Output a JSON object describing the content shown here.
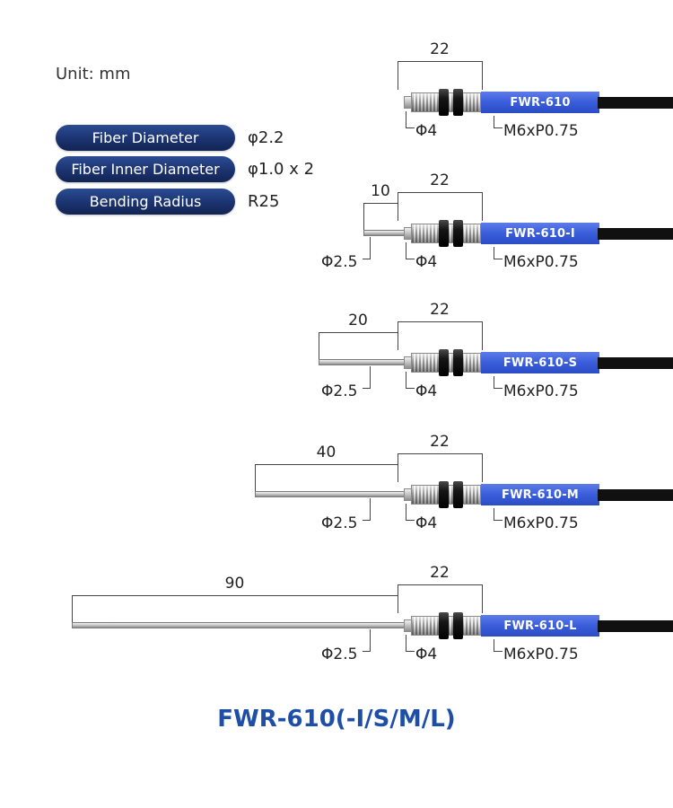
{
  "unit_label": "Unit: mm",
  "specs": [
    {
      "label": "Fiber Diameter",
      "value": "φ2.2"
    },
    {
      "label": "Fiber Inner Diameter",
      "value": "φ1.0 x 2"
    },
    {
      "label": "Bending Radius",
      "value": "R25"
    }
  ],
  "sensors": [
    {
      "model": "FWR-610",
      "barrel_dim": "22",
      "nose_diameter": "Φ4",
      "thread": "M6xP0.75"
    },
    {
      "model": "FWR-610-I",
      "barrel_dim": "22",
      "tip_dim": "10",
      "tip_diameter": "Φ2.5",
      "nose_diameter": "Φ4",
      "thread": "M6xP0.75"
    },
    {
      "model": "FWR-610-S",
      "barrel_dim": "22",
      "tip_dim": "20",
      "tip_diameter": "Φ2.5",
      "nose_diameter": "Φ4",
      "thread": "M6xP0.75"
    },
    {
      "model": "FWR-610-M",
      "barrel_dim": "22",
      "tip_dim": "40",
      "tip_diameter": "Φ2.5",
      "nose_diameter": "Φ4",
      "thread": "M6xP0.75"
    },
    {
      "model": "FWR-610-L",
      "barrel_dim": "22",
      "tip_dim": "90",
      "tip_diameter": "Φ2.5",
      "nose_diameter": "Φ4",
      "thread": "M6xP0.75"
    }
  ],
  "title": "FWR-610(-I/S/M/L)",
  "colors": {
    "body_blue": "#3a5ddb",
    "pill_navy": "#1b336f",
    "title_blue": "#1d4fa8",
    "cable_black": "#101010"
  }
}
